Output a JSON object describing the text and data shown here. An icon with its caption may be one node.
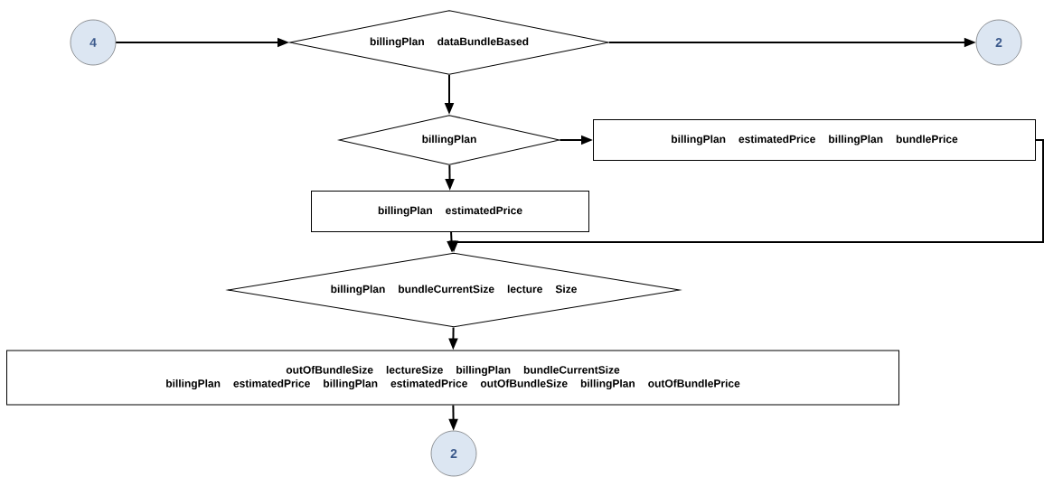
{
  "diagram": {
    "nodes": [
      {
        "text": [
          "4"
        ]
      },
      {
        "text": [
          "billingPlan dataBundleBased"
        ]
      },
      {
        "text": [
          "2"
        ]
      },
      {
        "text": [
          "billingPlan"
        ]
      },
      {
        "text": [
          "billingPlan estimatedPrice billingPlan bundlePrice"
        ]
      },
      {
        "text": [
          "billingPlan estimatedPrice"
        ]
      },
      {
        "text": [
          "billingPlan bundleCurrentSize lecture Size"
        ]
      },
      {
        "text": [
          "outOfBundleSize lectureSize billingPlan bundleCurrentSize",
          "billingPlan estimatedPrice billingPlan estimatedPrice outOfBundleSize billingPlan outOfBundlePrice"
        ]
      },
      {
        "text": [
          "2"
        ]
      }
    ],
    "edges": [
      {
        "from": 0,
        "to": 1,
        "arrow": "to"
      },
      {
        "from": 1,
        "to": 2,
        "arrow": "to"
      },
      {
        "from": 1,
        "to": 3,
        "arrow": "to"
      },
      {
        "from": 3,
        "to": 4,
        "arrow": "to"
      },
      {
        "from": 3,
        "to": 5,
        "arrow": "to"
      },
      {
        "from": 4,
        "to": 6,
        "arrow": "to"
      },
      {
        "from": 5,
        "to": 6,
        "arrow": "to"
      },
      {
        "from": 6,
        "to": 7,
        "arrow": "to"
      },
      {
        "from": 7,
        "to": 8,
        "arrow": "to"
      }
    ]
  }
}
